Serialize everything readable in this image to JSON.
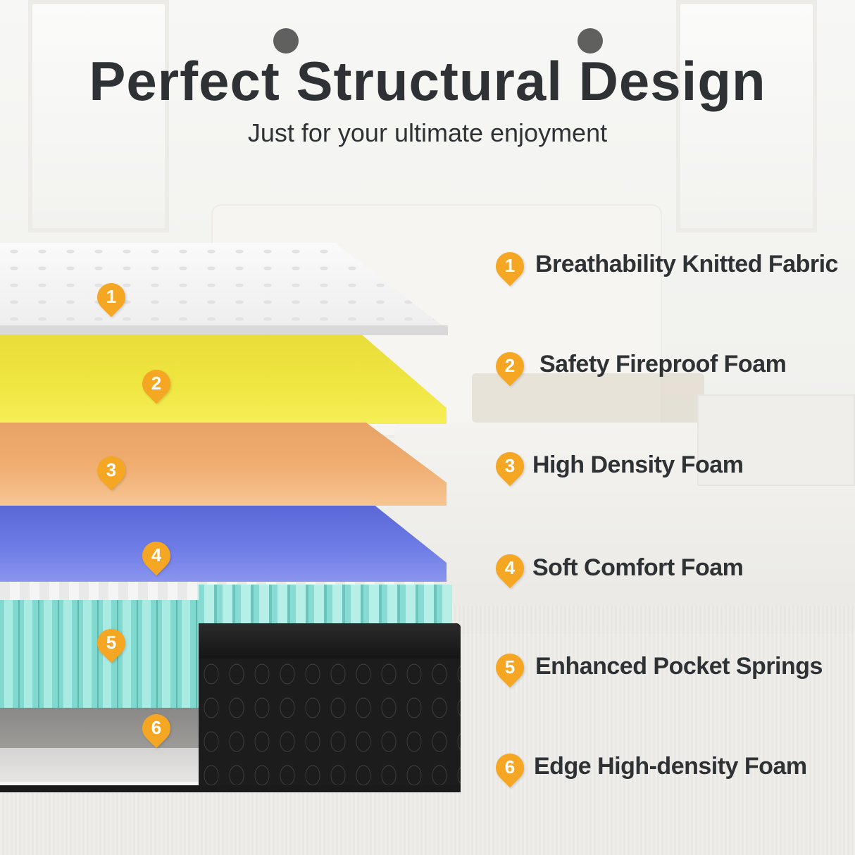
{
  "title": "Perfect Structural Design",
  "subtitle": "Just for your ultimate enjoyment",
  "colors": {
    "marker": "#f5a623",
    "text": "#2f3235",
    "fabric": "#f0f0f0",
    "yellow_foam": "#f0e640",
    "orange_foam": "#f0ad70",
    "blue_foam": "#6d7ce6",
    "springs": "#a9ebe3",
    "edge_foam": "#9e9c99",
    "border": "#1c1c1c"
  },
  "layers": [
    {
      "number": "1",
      "label": "Breathability Knitted Fabric"
    },
    {
      "number": "2",
      "label": "Safety Fireproof Foam"
    },
    {
      "number": "3",
      "label": "High Density Foam"
    },
    {
      "number": "4",
      "label": "Soft Comfort Foam"
    },
    {
      "number": "5",
      "label": "Enhanced Pocket Springs"
    },
    {
      "number": "6",
      "label": "Edge High-density Foam"
    }
  ],
  "icons": {
    "marker": "map-pin-icon"
  }
}
